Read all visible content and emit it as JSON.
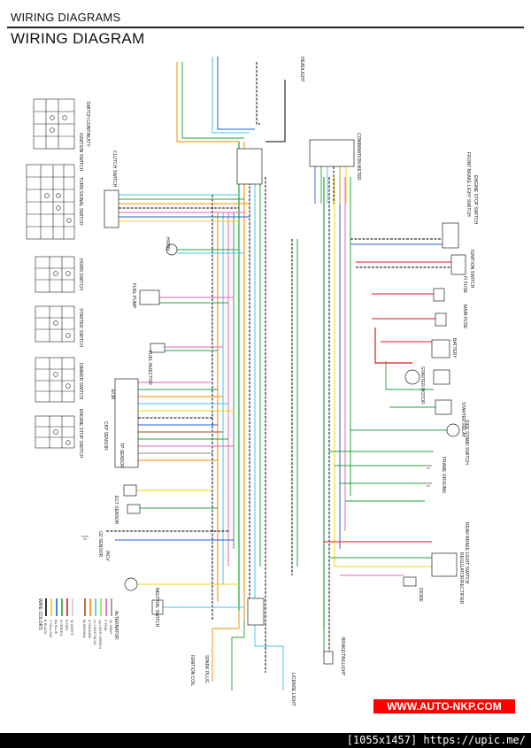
{
  "header": {
    "section": "WIRING DIAGRAMS",
    "title": "WIRING DIAGRAM"
  },
  "watermark": "WWW.AUTO-NKP.COM",
  "footer": {
    "info": "[1055x1457] https://upic.me/"
  },
  "switch_tables": [
    "IGNITION SWITCH",
    "TURN SIGNAL SWITCH",
    "HORN SWITCH",
    "STARTER SWITCH",
    "DIMMER SWITCH",
    "ENGINE STOP SWITCH"
  ],
  "component_labels": {
    "switch_continuity": "SWITCH CONTINUITY",
    "clutch_switch": "CLUTCH SWITCH",
    "combination_meter": "COMBINATION METER",
    "front_brake_light_switch": "FRONT BRAKE LIGHT SWITCH",
    "engine_stop_switch": "ENGINE STOP SWITCH",
    "ignition_switch": "IGNITION SWITCH",
    "fi_fuse": "FI FUSE",
    "main_fuse": "MAIN FUSE",
    "battery": "BATTERY",
    "starter_motor": "STARTER MOTOR",
    "starter_relay": "STARTER RELAY",
    "side_stand_switch": "SIDE STAND SWITCH",
    "frame_ground": "FRAME GROUND",
    "rear_brake_light_switch": "REAR BRAKE LIGHT SWITCH",
    "rectifier": "REGULATOR/RECTIFIER",
    "diode": "DIODE",
    "headlight": "HEADLIGHT",
    "ecm": "ECM",
    "fuel_pump": "FUEL PUMP",
    "fuel_injector": "FUEL INJECTOR",
    "horn": "HORN",
    "ignition_coil": "IGNITION COIL",
    "ckp_sensor": "CKP SENSOR",
    "tp_sensor": "TP SENSOR",
    "ect_sensor": "ECT SENSOR",
    "neutral_switch": "NEUTRAL SWITCH",
    "alternator": "ALTERNATOR",
    "brake_light": "BRAKE/TAILLIGHT",
    "license_light": "LICENSE LIGHT",
    "spark_plug": "SPARK PLUG",
    "iacv": "IACV",
    "o2_sensor": "O2 SENSOR"
  },
  "wire_color_legend": {
    "heading": "WIRE COLORS",
    "entries": [
      {
        "code": "B",
        "name": "BLACK",
        "color": "#000000"
      },
      {
        "code": "Y",
        "name": "YELLOW",
        "color": "#f2d400"
      },
      {
        "code": "Bu",
        "name": "BLUE",
        "color": "#1f5fd8"
      },
      {
        "code": "G",
        "name": "GREEN",
        "color": "#21a33a"
      },
      {
        "code": "R",
        "name": "RED",
        "color": "#e01818"
      },
      {
        "code": "W",
        "name": "WHITE",
        "color": "#cccccc"
      },
      {
        "code": "Br",
        "name": "BROWN",
        "color": "#8a5a2b"
      },
      {
        "code": "O",
        "name": "ORANGE",
        "color": "#f08a00"
      },
      {
        "code": "Lb",
        "name": "LIGHT BLUE",
        "color": "#40c4e8"
      },
      {
        "code": "Lg",
        "name": "LIGHT GREEN",
        "color": "#8ee04a"
      },
      {
        "code": "P",
        "name": "PINK",
        "color": "#ee5fb0"
      },
      {
        "code": "Gr",
        "name": "GRAY",
        "color": "#8a8a8a"
      }
    ]
  },
  "colors": {
    "wire_black": "#000000",
    "wire_red": "#e01818",
    "wire_green": "#21a33a",
    "wire_blue": "#1f5fd8",
    "wire_yellow": "#f2d400",
    "wire_orange": "#f08a00",
    "wire_lightblue": "#40c4e8",
    "wire_pink": "#ee5fb0",
    "wire_brown": "#8a5a2b",
    "wire_gray": "#8a8a8a",
    "watermark_bg": "#ff0000"
  }
}
